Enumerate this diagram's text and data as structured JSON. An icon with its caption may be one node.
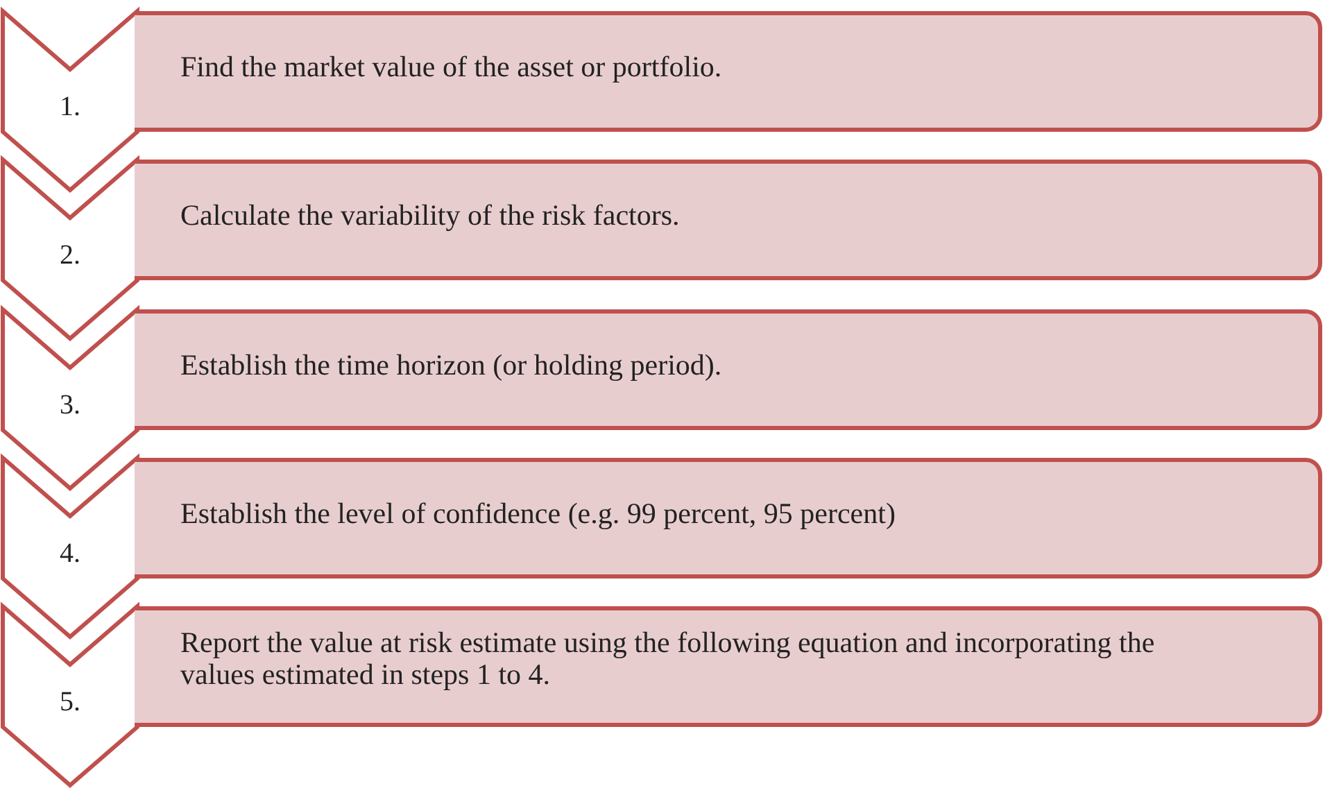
{
  "diagram": {
    "nodes": [
      {
        "text": [
          "1."
        ]
      },
      {
        "text": [
          "Find the market value of the asset or portfolio."
        ]
      },
      {
        "text": [
          "2."
        ]
      },
      {
        "text": [
          "Calculate the variability of the risk factors."
        ]
      },
      {
        "text": [
          "3."
        ]
      },
      {
        "text": [
          "Establish the time horizon (or holding period)."
        ]
      },
      {
        "text": [
          "4."
        ]
      },
      {
        "text": [
          "Establish the level of confidence (e.g. 99 percent, 95 percent)"
        ]
      },
      {
        "text": [
          "5."
        ]
      },
      {
        "text": [
          "Report the value at risk estimate using the following equation and incorporating the values estimated in steps 1 to 4."
        ]
      }
    ]
  }
}
